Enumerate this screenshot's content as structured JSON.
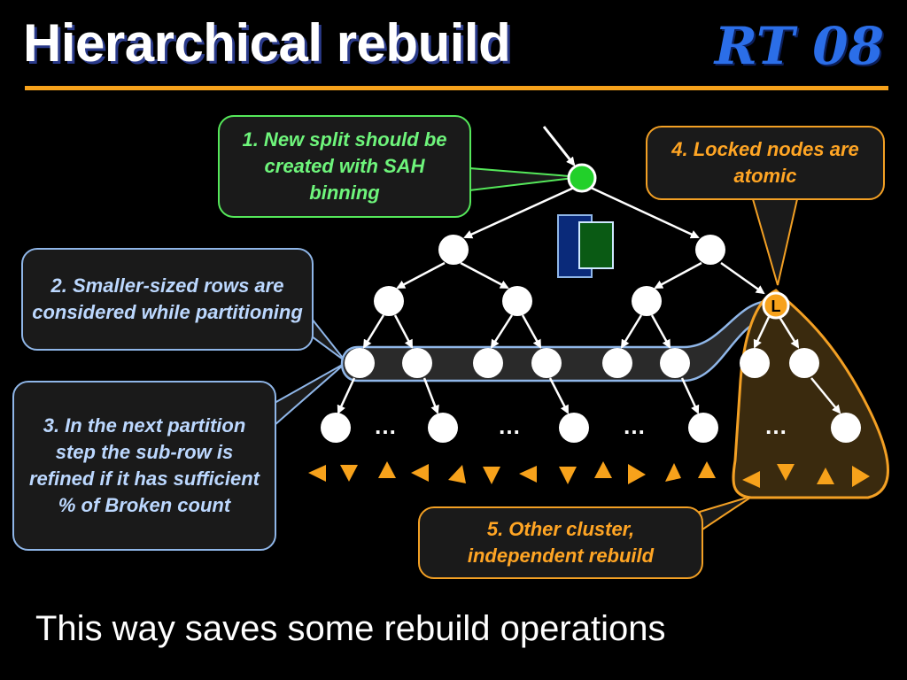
{
  "slide": {
    "title": "Hierarchical rebuild",
    "logo": "RT 08",
    "footer": "This way saves some rebuild operations"
  },
  "callouts": {
    "new_split": "1. New split should be created with SAH binning",
    "smaller_rows": "2. Smaller-sized rows are considered while partitioning",
    "next_partition": "3. In the next partition step the sub-row is refined if it has sufficient % of Broken count",
    "locked_nodes": "4. Locked nodes are atomic",
    "other_cluster": "5. Other cluster, independent rebuild"
  },
  "tree": {
    "locked_label": "L",
    "ellipsis": "…"
  },
  "colors": {
    "accent": "#f7a21b",
    "green": "#55e85a",
    "blue": "#8fb6e8",
    "title_shadow": "#2a3a8a",
    "logo": "#2b6ee8"
  }
}
